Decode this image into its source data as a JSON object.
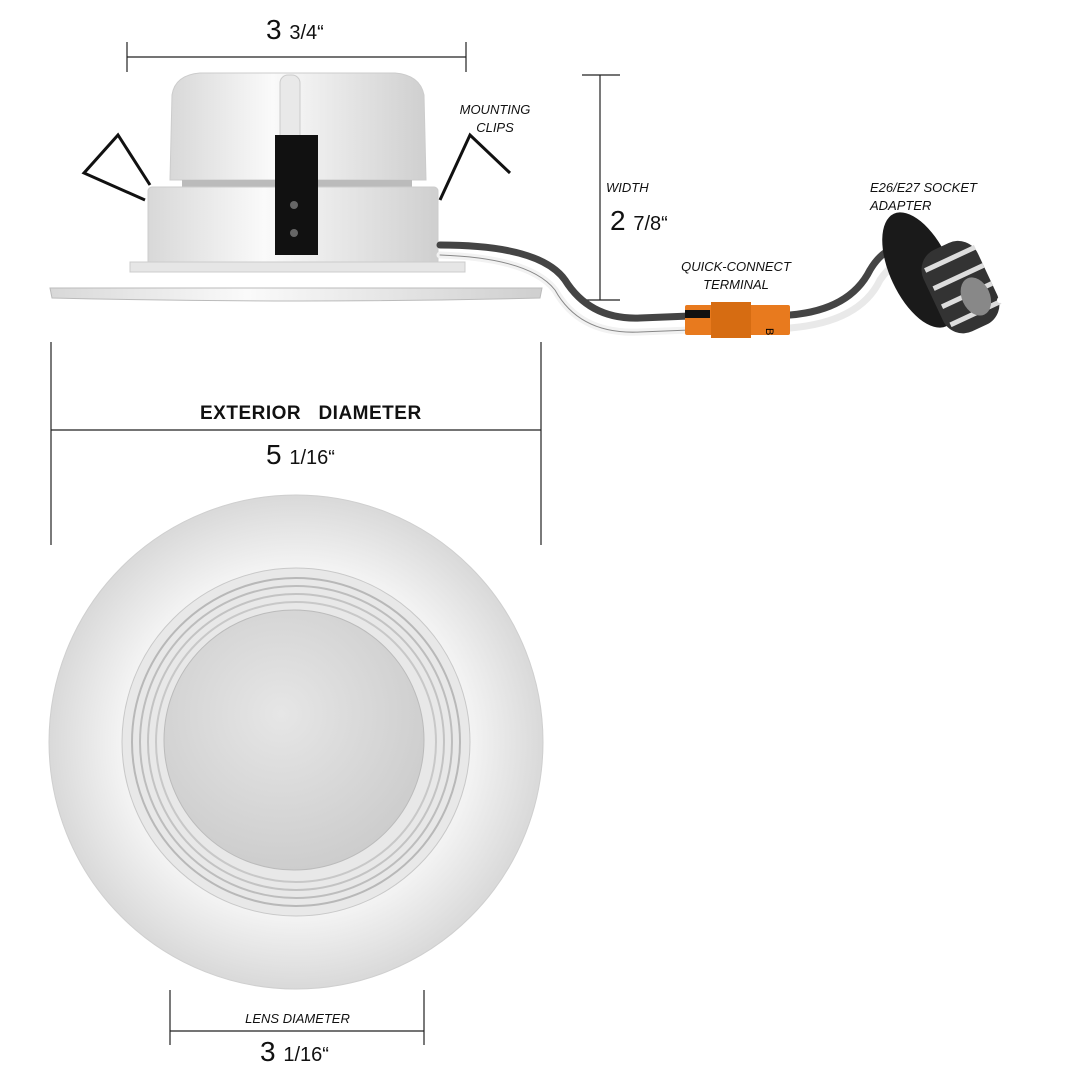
{
  "dimensions": {
    "top_width": {
      "whole": "3",
      "fraction": "3/4“"
    },
    "height": {
      "label": "WIDTH",
      "whole": "2",
      "fraction": "7/8“"
    },
    "exterior": {
      "label": "EXTERIOR   DIAMETER",
      "whole": "5",
      "fraction": "1/16“"
    },
    "lens": {
      "label": "LENS DIAMETER",
      "whole": "3",
      "fraction": "1/16“"
    }
  },
  "callouts": {
    "mounting_clips": [
      "MOUNTING",
      "CLIPS"
    ],
    "quick_connect": [
      "QUICK-CONNECT",
      "TERMINAL"
    ],
    "socket_adapter": "E26/E27 SOCKET ADAPTER",
    "terminal_mark": "B"
  },
  "colors": {
    "connector": "#e87a1e",
    "line": "#222222"
  }
}
